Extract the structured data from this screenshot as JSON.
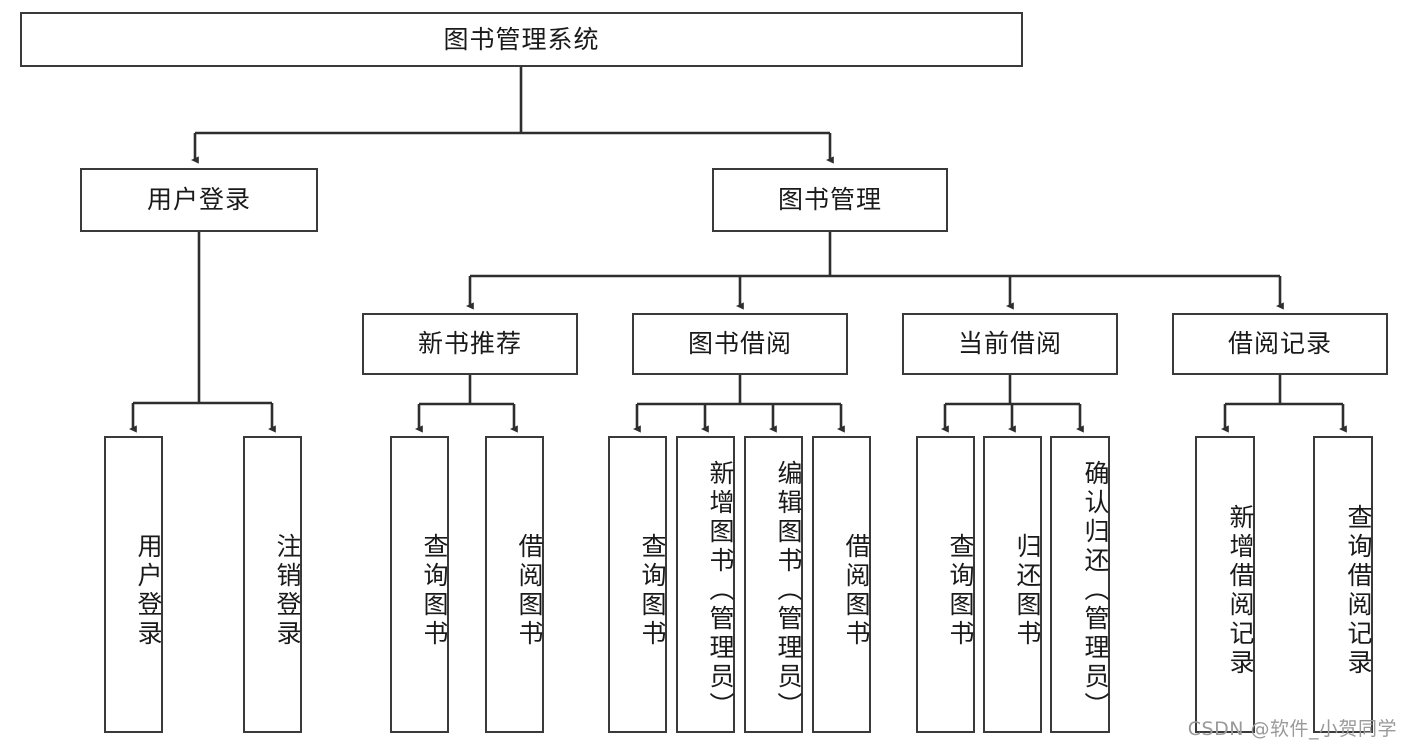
{
  "diagram": {
    "title": "图书管理系统",
    "type": "tree",
    "root": {
      "label": "图书管理系统"
    },
    "level2": [
      {
        "label": "用户登录"
      },
      {
        "label": "图书管理"
      }
    ],
    "level3": [
      {
        "label": "新书推荐"
      },
      {
        "label": "图书借阅"
      },
      {
        "label": "当前借阅"
      },
      {
        "label": "借阅记录"
      }
    ],
    "leaves": {
      "user_login": [
        {
          "label": "用户登录"
        },
        {
          "label": "注销登录"
        }
      ],
      "new_book_rec": [
        {
          "label": "查询图书"
        },
        {
          "label": "借阅图书"
        }
      ],
      "book_borrow": [
        {
          "label": "查询图书"
        },
        {
          "label": "新增图书（管理员）"
        },
        {
          "label": "编辑图书（管理员）"
        },
        {
          "label": "借阅图书"
        }
      ],
      "current_borrow": [
        {
          "label": "查询图书"
        },
        {
          "label": "归还图书"
        },
        {
          "label": "确认归还（管理员）"
        }
      ],
      "borrow_record": [
        {
          "label": "新增借阅记录"
        },
        {
          "label": "查询借阅记录"
        }
      ]
    }
  },
  "watermark": {
    "text": "CSDN @软件_小贺同学"
  },
  "colors": {
    "box_border": "#3a3a3a",
    "background": "#ffffff",
    "text": "#1a1a1a",
    "watermark": "#9a9a9a"
  }
}
